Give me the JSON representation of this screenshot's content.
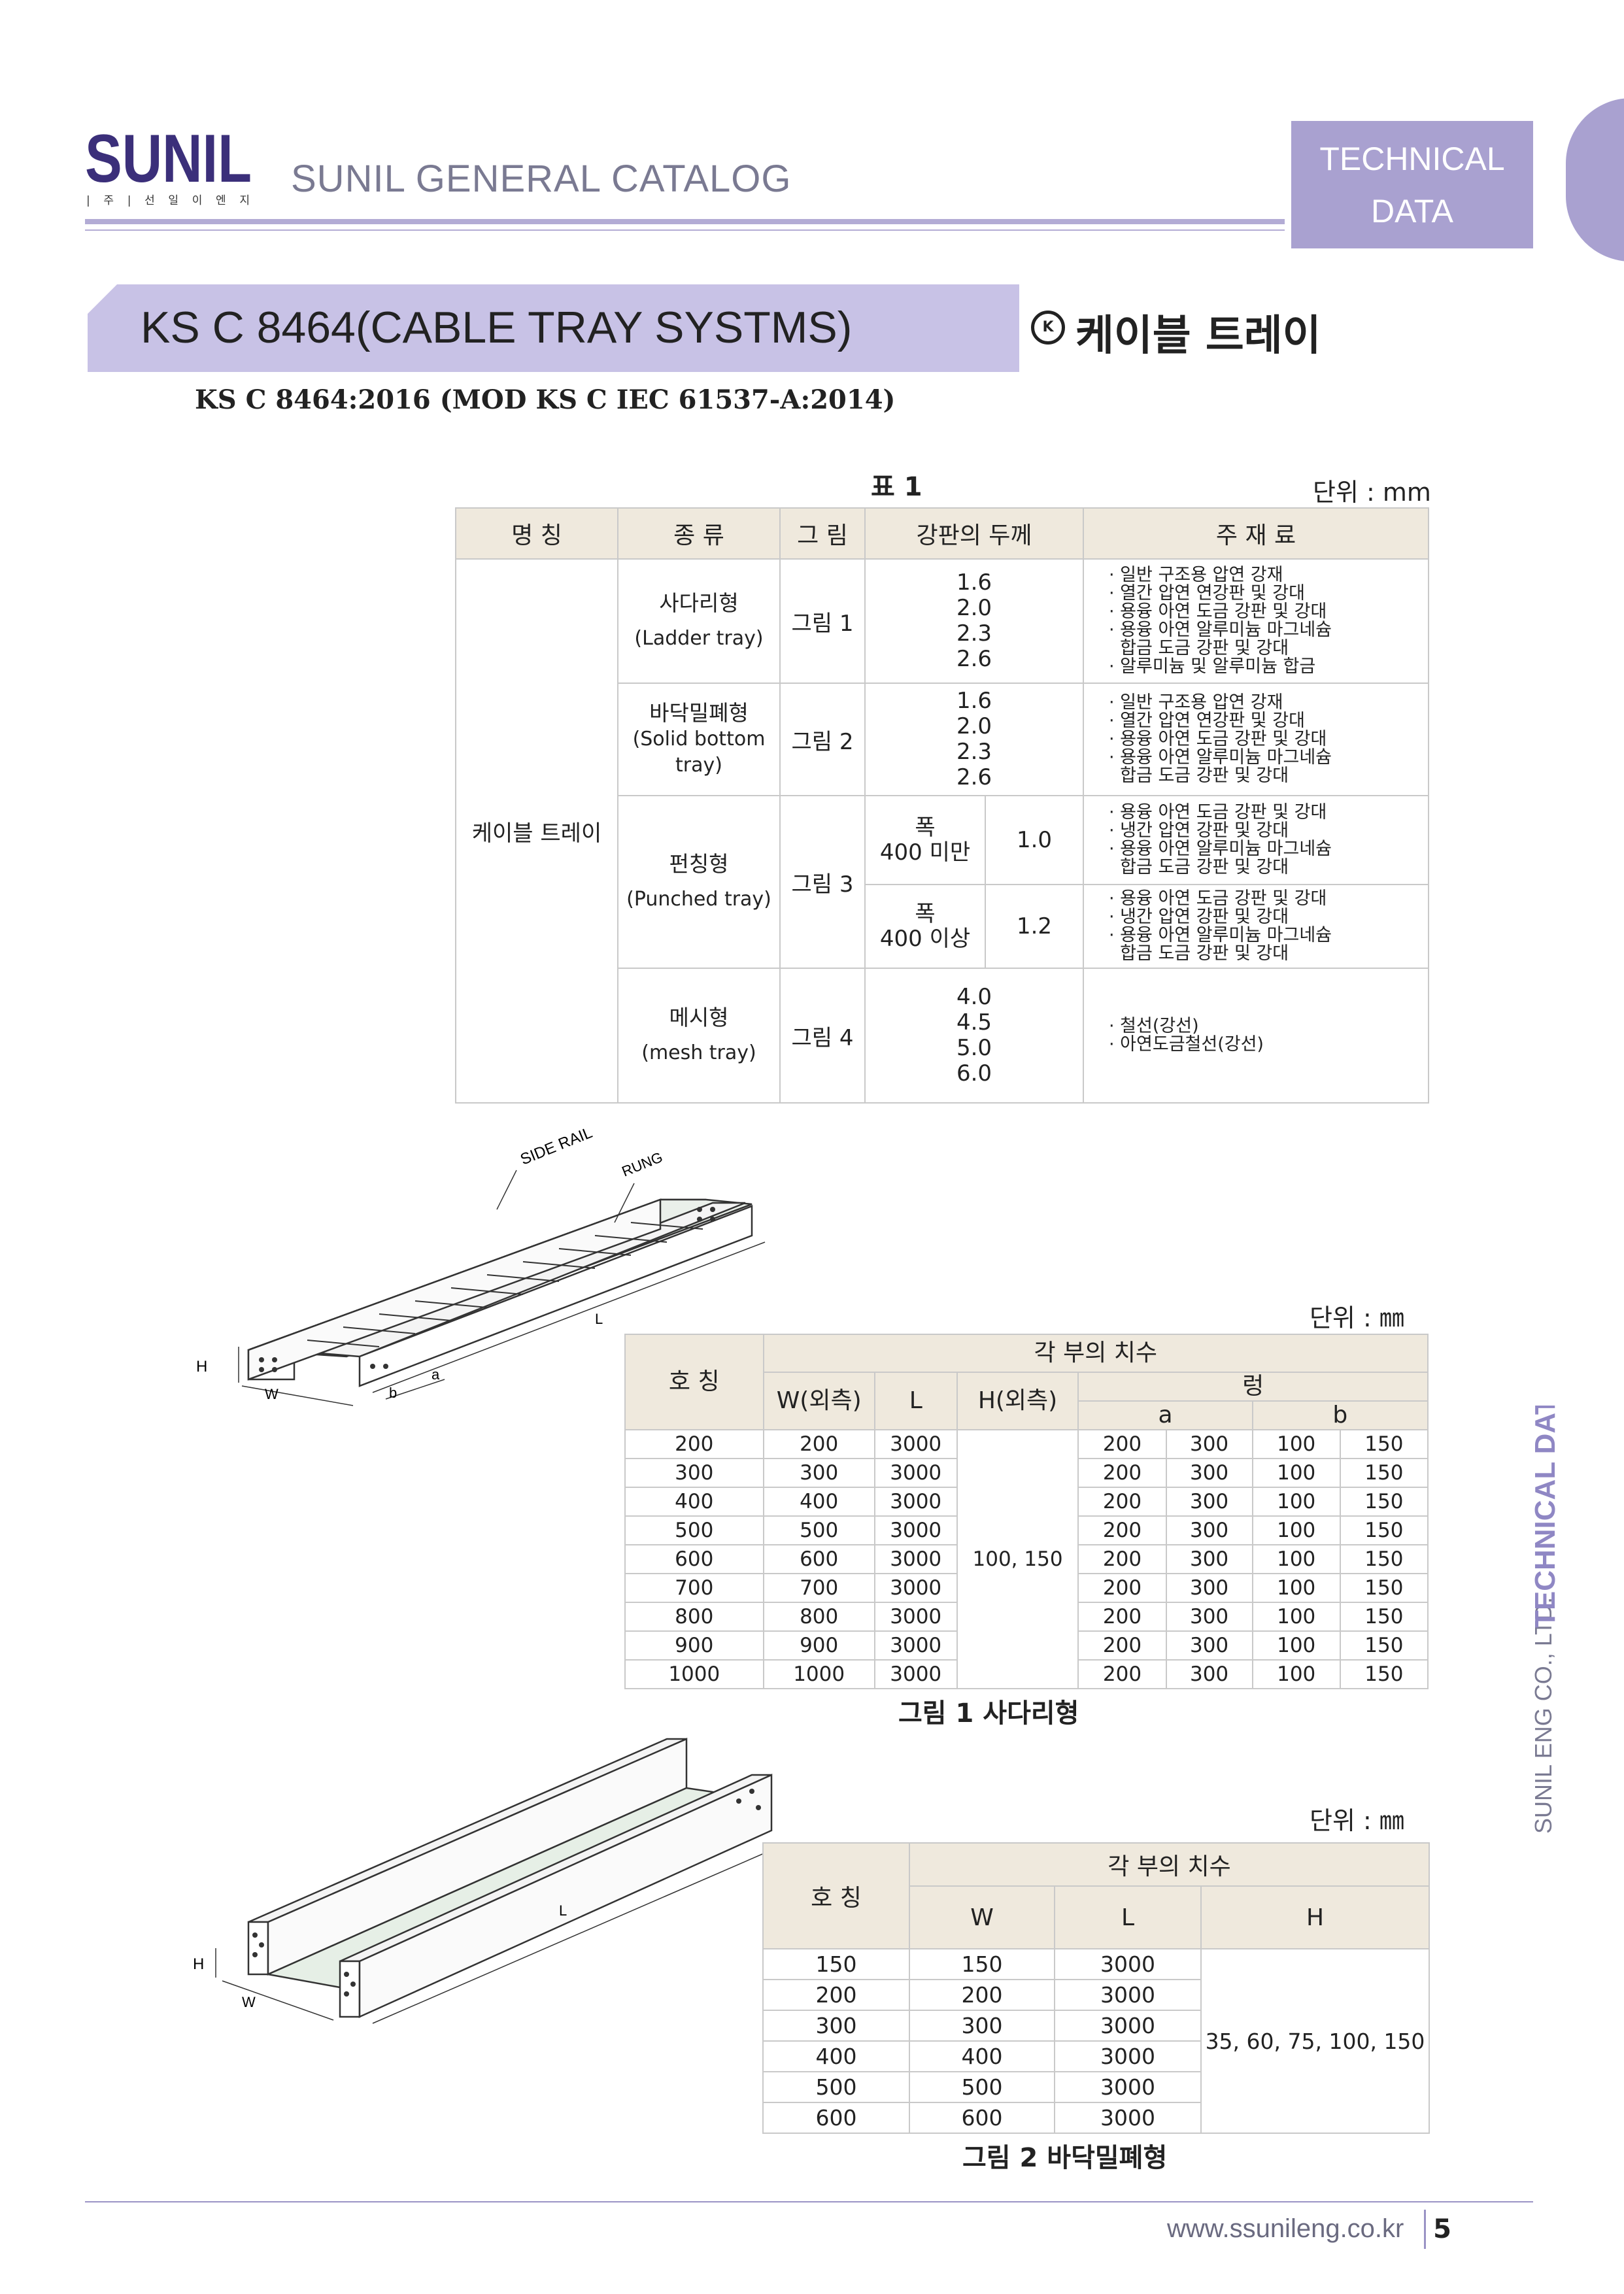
{
  "header": {
    "logo_text": "SUNIL",
    "logo_subtext": "| 주 | 선 일 이 엔 지",
    "catalog_title": "SUNIL GENERAL CATALOG",
    "tab_line1": "TECHNICAL",
    "tab_line2": "DATA"
  },
  "title": {
    "en": "KS C 8464(CABLE TRAY SYSTMS)",
    "ks_mark": "K",
    "ko": "케이블 트레이",
    "standard": "KS C 8464:2016 (MOD KS C IEC 61537-A:2014)"
  },
  "table1": {
    "caption": "표 1",
    "unit": "단위 : mm",
    "headers": [
      "명  칭",
      "종  류",
      "그 림",
      "강판의 두께",
      "주 재 료"
    ],
    "category": "케이블 트레이",
    "ladder": {
      "name": "사다리형",
      "name_en": "(Ladder tray)",
      "figure": "그림 1",
      "thickness": [
        "1.6",
        "2.0",
        "2.3",
        "2.6"
      ],
      "materials": [
        "· 일반 구조용 압연 강재",
        "· 열간 압연 연강판 및 강대",
        "· 용융 아연 도금 강판 및 강대",
        "· 용융 아연 알루미늄 마그네슘",
        "  합금 도금 강판 및 강대",
        "· 알루미늄 및 알루미늄 합금"
      ]
    },
    "solid": {
      "name": "바닥밀폐형",
      "name_en": "(Solid bottom tray)",
      "figure": "그림 2",
      "thickness": [
        "1.6",
        "2.0",
        "2.3",
        "2.6"
      ],
      "materials": [
        "· 일반 구조용 압연 강재",
        "· 열간 압연 연강판 및 강대",
        "· 용융 아연 도금 강판 및 강대",
        "· 용융 아연 알루미늄 마그네슘",
        "  합금 도금 강판 및 강대"
      ]
    },
    "punched": {
      "name": "펀칭형",
      "name_en": "(Punched tray)",
      "figure": "그림 3",
      "width_under_label": "폭",
      "width_under": "400 미만",
      "thickness_under": "1.0",
      "materials_under": [
        "· 용융 아연 도금 강판 및 강대",
        "· 냉간 압연 강판 및 강대",
        "· 용융 아연 알루미늄 마그네슘",
        "  합금 도금 강판 및 강대"
      ],
      "width_over_label": "폭",
      "width_over": "400 이상",
      "thickness_over": "1.2",
      "materials_over": [
        "· 용융 아연 도금 강판 및 강대",
        "· 냉간 압연 강판 및 강대",
        "· 용융 아연 알루미늄 마그네슘",
        "  합금 도금 강판 및 강대"
      ]
    },
    "mesh": {
      "name": "메시형",
      "name_en": "(mesh tray)",
      "figure": "그림 4",
      "thickness": [
        "4.0",
        "4.5",
        "5.0",
        "6.0"
      ],
      "materials": [
        "· 철선(강선)",
        "· 아연도금철선(강선)"
      ]
    }
  },
  "figure1": {
    "side_rail_label": "SIDE RAIL",
    "rung_label": "RUNG",
    "l_label": "L",
    "h_label": "H",
    "w_label": "W",
    "a_label": "a",
    "b_label": "b",
    "unit": "단위 : ㎜",
    "caption": "그림 1   사다리형",
    "headers": {
      "nominal": "호  칭",
      "dims": "각 부의 치수",
      "w": "W(외측)",
      "l": "L",
      "h": "H(외측)",
      "rung": "렁",
      "a": "a",
      "b": "b"
    },
    "h_value": "100, 150",
    "rows": [
      {
        "nominal": "200",
        "w": "200",
        "l": "3000",
        "a1": "200",
        "a2": "300",
        "b1": "100",
        "b2": "150"
      },
      {
        "nominal": "300",
        "w": "300",
        "l": "3000",
        "a1": "200",
        "a2": "300",
        "b1": "100",
        "b2": "150"
      },
      {
        "nominal": "400",
        "w": "400",
        "l": "3000",
        "a1": "200",
        "a2": "300",
        "b1": "100",
        "b2": "150"
      },
      {
        "nominal": "500",
        "w": "500",
        "l": "3000",
        "a1": "200",
        "a2": "300",
        "b1": "100",
        "b2": "150"
      },
      {
        "nominal": "600",
        "w": "600",
        "l": "3000",
        "a1": "200",
        "a2": "300",
        "b1": "100",
        "b2": "150"
      },
      {
        "nominal": "700",
        "w": "700",
        "l": "3000",
        "a1": "200",
        "a2": "300",
        "b1": "100",
        "b2": "150"
      },
      {
        "nominal": "800",
        "w": "800",
        "l": "3000",
        "a1": "200",
        "a2": "300",
        "b1": "100",
        "b2": "150"
      },
      {
        "nominal": "900",
        "w": "900",
        "l": "3000",
        "a1": "200",
        "a2": "300",
        "b1": "100",
        "b2": "150"
      },
      {
        "nominal": "1000",
        "w": "1000",
        "l": "3000",
        "a1": "200",
        "a2": "300",
        "b1": "100",
        "b2": "150"
      }
    ]
  },
  "figure2": {
    "l_label": "L",
    "h_label": "H",
    "w_label": "W",
    "unit": "단위 : ㎜",
    "caption": "그림 2   바닥밀폐형",
    "headers": {
      "nominal": "호   칭",
      "dims": "각 부의 치수",
      "w": "W",
      "l": "L",
      "h": "H"
    },
    "h_value": "35, 60, 75, 100, 150",
    "rows": [
      {
        "nominal": "150",
        "w": "150",
        "l": "3000"
      },
      {
        "nominal": "200",
        "w": "200",
        "l": "3000"
      },
      {
        "nominal": "300",
        "w": "300",
        "l": "3000"
      },
      {
        "nominal": "400",
        "w": "400",
        "l": "3000"
      },
      {
        "nominal": "500",
        "w": "500",
        "l": "3000"
      },
      {
        "nominal": "600",
        "w": "600",
        "l": "3000"
      }
    ]
  },
  "side_text": {
    "company": "SUNIL ENG CO., LTD.",
    "section": "TECHNICAL DATA"
  },
  "footer": {
    "url": "www.ssunileng.co.kr",
    "page": "5"
  },
  "colors": {
    "accent": "#a9a1d0",
    "title_bg": "#c8c2e6",
    "table_header": "#efe9dd",
    "logo": "#3b2f7a"
  }
}
